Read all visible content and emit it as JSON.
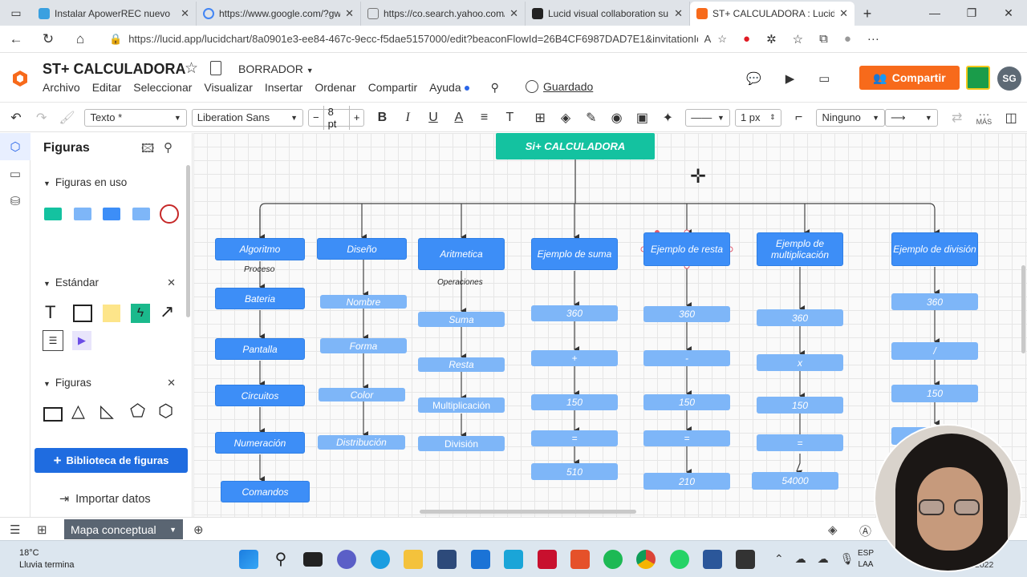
{
  "browser": {
    "tabs": [
      {
        "title": "Instalar ApowerREC nuevo",
        "color": "#3aa0e0"
      },
      {
        "title": "https://www.google.com/?gw",
        "color": "#ffffff"
      },
      {
        "title": "https://co.search.yahoo.com/",
        "color": "#ffffff"
      },
      {
        "title": "Lucid visual collaboration su",
        "color": "#222222"
      },
      {
        "title": "ST+ CALCULADORA : Lucidch",
        "color": "#f76a1b"
      }
    ],
    "url": "https://lucid.app/lucidchart/8a0901e3-ee84-467c-9ecc-f5dae5157000/edit?beaconFlowId=26B4CF6987DAD7E1&invitationId=inv..."
  },
  "header": {
    "title": "ST+ CALCULADORA",
    "status": "BORRADOR",
    "menus": [
      "Archivo",
      "Editar",
      "Seleccionar",
      "Visualizar",
      "Insertar",
      "Ordenar",
      "Compartir",
      "Ayuda"
    ],
    "saved": "Guardado",
    "share": "Compartir",
    "avatar": "SG"
  },
  "toolbar": {
    "text_style": "Texto *",
    "font": "Liberation Sans",
    "font_size": "8 pt",
    "line_width": "1 px",
    "end_style": "Ninguno",
    "more": "MÁS"
  },
  "panel": {
    "title": "Figuras",
    "in_use": "Figuras en uso",
    "standard": "Estándar",
    "shapes": "Figuras",
    "library": "Biblioteca de figuras",
    "import": "Importar datos"
  },
  "diagram": {
    "root": "Si+ CALCULADORA",
    "labels": {
      "proceso": "Proceso",
      "operaciones": "Operaciones"
    },
    "col1": [
      "Algoritmo",
      "Bateria",
      "Pantalla",
      "Circuitos",
      "Numeración",
      "Comandos"
    ],
    "col2": [
      "Diseño",
      "Nombre",
      "Forma",
      "Color",
      "Distribución"
    ],
    "col3": [
      "Aritmetica",
      "Suma",
      "Resta",
      "Multiplicación",
      "División"
    ],
    "col4": [
      "Ejemplo de suma",
      "360",
      "+",
      "150",
      "=",
      "510"
    ],
    "col5": [
      "Ejemplo de resta",
      "360",
      "-",
      "150",
      "=",
      "210"
    ],
    "col6": [
      "Ejemplo de multiplicación",
      "360",
      "x",
      "150",
      "=",
      "54000"
    ],
    "col7": [
      "Ejemplo de división",
      "360",
      "/",
      "150"
    ],
    "colors": {
      "primary": "#3d8ef7",
      "secondary": "#7eb6f8",
      "root": "#14c2a0"
    }
  },
  "bottom": {
    "page": "Mapa conceptual"
  },
  "taskbar": {
    "temp": "18°C",
    "weather": "Lluvia termina",
    "lang1": "ESP",
    "lang2": "LAA",
    "year": "2022"
  }
}
